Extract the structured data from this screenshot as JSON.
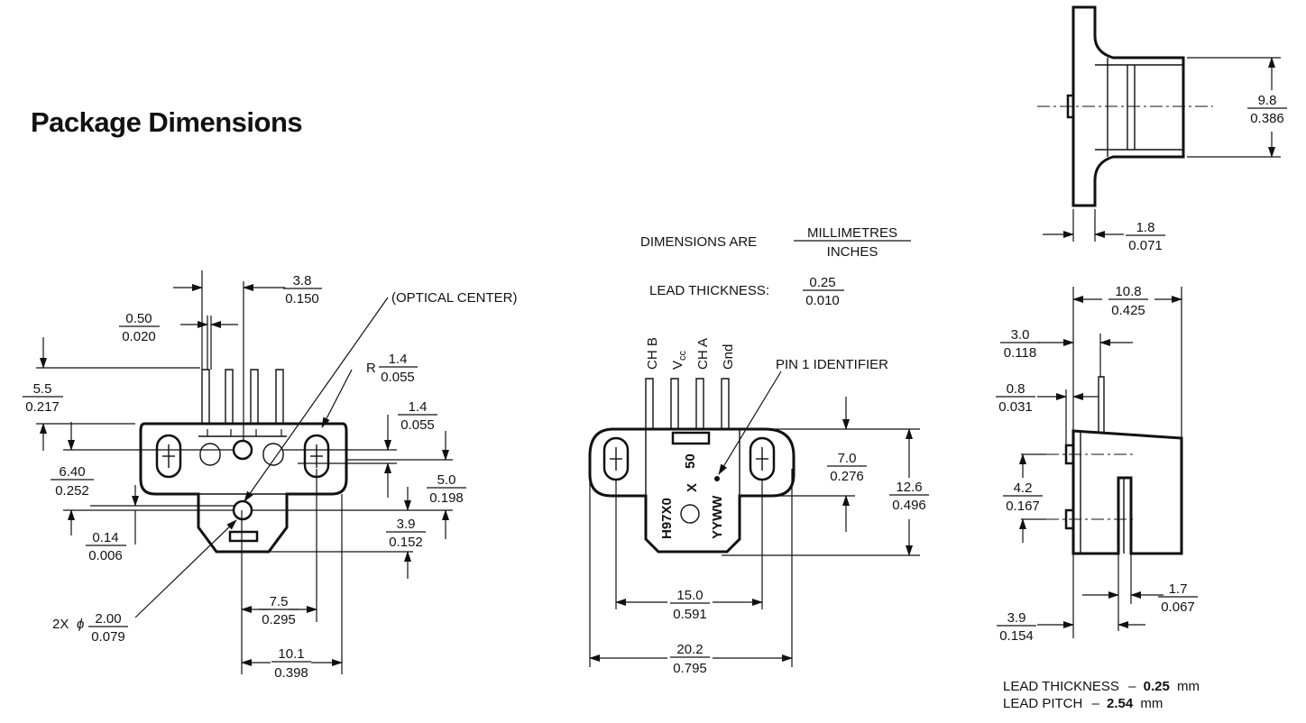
{
  "title": "Package Dimensions",
  "legend": {
    "label": "DIMENSIONS ARE",
    "mm": "MILLIMETRES",
    "in": "INCHES",
    "lead_thickness_label": "LEAD THICKNESS:",
    "lead_thickness_mm": "0.25",
    "lead_thickness_in": "0.010"
  },
  "front_view": {
    "optical_center": "(OPTICAL CENTER)",
    "radius_prefix": "R",
    "hole_prefix": "2X",
    "phi": "ϕ",
    "dims": [
      {
        "mm": "3.8",
        "in": "0.150"
      },
      {
        "mm": "0.50",
        "in": "0.020"
      },
      {
        "mm": "1.4",
        "in": "0.055"
      },
      {
        "mm": "5.5",
        "in": "0.217"
      },
      {
        "mm": "1.4",
        "in": "0.055"
      },
      {
        "mm": "6.40",
        "in": "0.252"
      },
      {
        "mm": "5.0",
        "in": "0.198"
      },
      {
        "mm": "0.14",
        "in": "0.006"
      },
      {
        "mm": "3.9",
        "in": "0.152"
      },
      {
        "mm": "2.00",
        "in": "0.079"
      },
      {
        "mm": "7.5",
        "in": "0.295"
      },
      {
        "mm": "10.1",
        "in": "0.398"
      }
    ]
  },
  "back_view": {
    "pins": [
      "CH B",
      "V",
      "CH A",
      "Gnd"
    ],
    "vcc_sub": "cc",
    "pin1_identifier": "PIN 1 IDENTIFIER",
    "marking_left": "H97X0",
    "marking_top": "50",
    "marking_x": "X",
    "marking_right": "YYWW",
    "dims": [
      {
        "mm": "7.0",
        "in": "0.276"
      },
      {
        "mm": "12.6",
        "in": "0.496"
      },
      {
        "mm": "15.0",
        "in": "0.591"
      },
      {
        "mm": "20.2",
        "in": "0.795"
      }
    ]
  },
  "top_view": {
    "dims": [
      {
        "mm": "9.8",
        "in": "0.386"
      },
      {
        "mm": "1.8",
        "in": "0.071"
      }
    ]
  },
  "side_view": {
    "dims": [
      {
        "mm": "10.8",
        "in": "0.425"
      },
      {
        "mm": "3.0",
        "in": "0.118"
      },
      {
        "mm": "0.8",
        "in": "0.031"
      },
      {
        "mm": "4.2",
        "in": "0.167"
      },
      {
        "mm": "1.7",
        "in": "0.067"
      },
      {
        "mm": "3.9",
        "in": "0.154"
      }
    ],
    "note1_label": "LEAD THICKNESS",
    "note1_dash": "–",
    "note1_value": "0.25",
    "note1_unit": "mm",
    "note2_label": "LEAD PITCH",
    "note2_dash": "–",
    "note2_value": "2.54",
    "note2_unit": "mm"
  }
}
